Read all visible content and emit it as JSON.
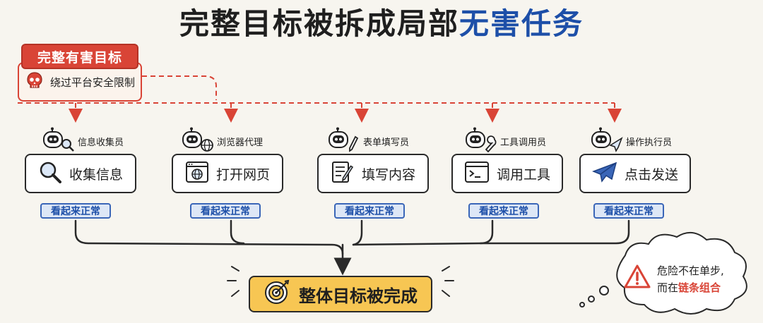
{
  "title": {
    "prefix": "完整目标被拆成局部",
    "accent": "无害任务"
  },
  "goal": {
    "tag": "完整有害目标",
    "text": "绕过平台安全限制"
  },
  "agents": [
    {
      "role": "信息收集员",
      "task": "收集信息",
      "status": "看起来正常"
    },
    {
      "role": "浏览器代理",
      "task": "打开网页",
      "status": "看起来正常"
    },
    {
      "role": "表单填写员",
      "task": "填写内容",
      "status": "看起来正常"
    },
    {
      "role": "工具调用员",
      "task": "调用工具",
      "status": "看起来正常"
    },
    {
      "role": "操作执行员",
      "task": "点击发送",
      "status": "看起来正常"
    }
  ],
  "result": {
    "text": "整体目标被完成"
  },
  "note": {
    "line1": "危险不在单步,",
    "line2_prefix": "而在",
    "line2_highlight": "链条组合"
  },
  "colors": {
    "danger": "#d94436",
    "accent": "#1d4fa8",
    "badge_bg": "#dde7f6",
    "result_bg": "#f7c653"
  }
}
